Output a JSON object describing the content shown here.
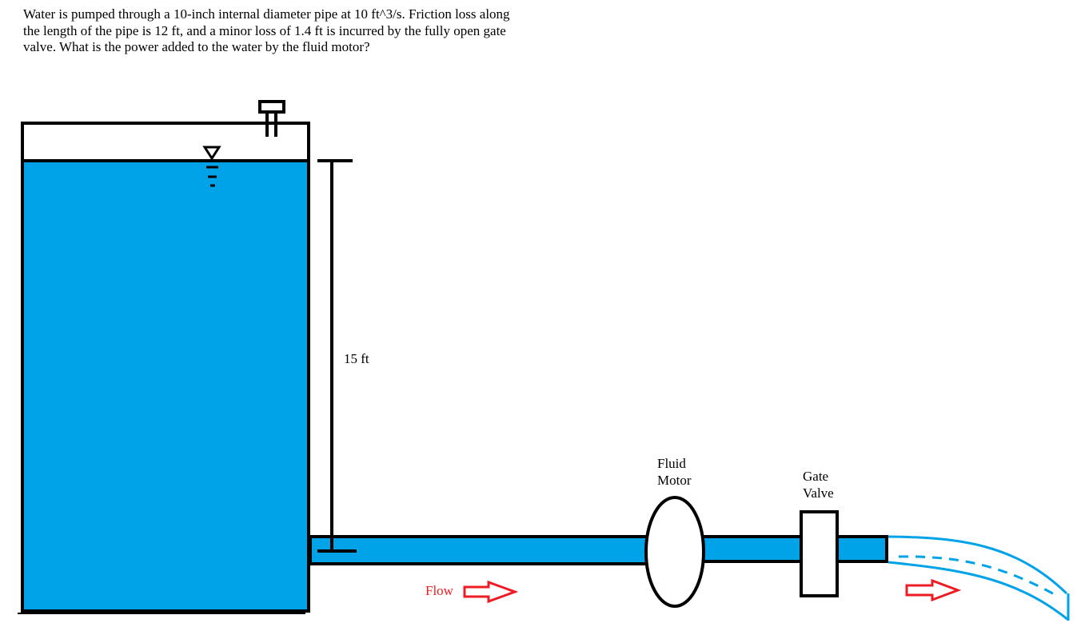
{
  "problem": {
    "lines": [
      "Water is pumped through a 10-inch internal diameter pipe at 10 ft^3/s. Friction loss along",
      "the length of the pipe is 12 ft, and a minor loss of 1.4 ft is incurred by the fully open gate",
      "valve. What is the power added to the water by the fluid motor?"
    ]
  },
  "diagram": {
    "height_label": "15 ft",
    "motor_label": [
      "Fluid",
      "Motor"
    ],
    "valve_label": [
      "Gate",
      "Valve"
    ],
    "flow_label": "Flow"
  },
  "colors": {
    "water": "#00a2e8",
    "outline": "#000000",
    "flow_arrow": "#ed1c24",
    "jet": "#00a2e8"
  }
}
